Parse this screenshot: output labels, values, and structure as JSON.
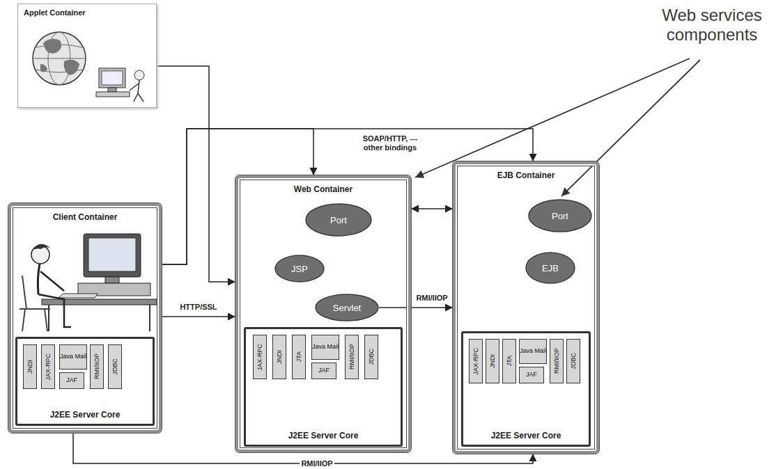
{
  "diagram": {
    "nodes": [
      {
        "text": [
          "Applet Container"
        ]
      },
      {
        "text": [
          "Client Container"
        ]
      },
      {
        "text": [
          "J2EE Server Core"
        ],
        "in": 1
      },
      {
        "text": [
          "JNDI"
        ],
        "in": 2
      },
      {
        "text": [
          "JAX-RPC"
        ],
        "in": 2
      },
      {
        "text": [
          "Java Mail"
        ],
        "in": 2
      },
      {
        "text": [
          "JAF"
        ],
        "in": 2
      },
      {
        "text": [
          "RMI/IIOP"
        ],
        "in": 2
      },
      {
        "text": [
          "JDBC"
        ],
        "in": 2
      },
      {
        "text": [
          "Web Container"
        ]
      },
      {
        "text": [
          "Port"
        ],
        "in": 9
      },
      {
        "text": [
          "JSP"
        ],
        "in": 9
      },
      {
        "text": [
          "Servlet"
        ],
        "in": 9
      },
      {
        "text": [
          "J2EE Server Core"
        ],
        "in": 9
      },
      {
        "text": [
          "JAX-RPC"
        ],
        "in": 13
      },
      {
        "text": [
          "JNDI"
        ],
        "in": 13
      },
      {
        "text": [
          "JTA"
        ],
        "in": 13
      },
      {
        "text": [
          "Java Mail"
        ],
        "in": 13
      },
      {
        "text": [
          "JAF"
        ],
        "in": 13
      },
      {
        "text": [
          "RMI/IIOP"
        ],
        "in": 13
      },
      {
        "text": [
          "JDBC"
        ],
        "in": 13
      },
      {
        "text": [
          "EJB Container"
        ]
      },
      {
        "text": [
          "Port"
        ],
        "in": 21
      },
      {
        "text": [
          "EJB"
        ],
        "in": 21
      },
      {
        "text": [
          "J2EE Server Core"
        ],
        "in": 21
      },
      {
        "text": [
          "JAX-RPC"
        ],
        "in": 24
      },
      {
        "text": [
          "JNDI"
        ],
        "in": 24
      },
      {
        "text": [
          "JTA"
        ],
        "in": 24
      },
      {
        "text": [
          "Java Mail"
        ],
        "in": 24
      },
      {
        "text": [
          "JAF"
        ],
        "in": 24
      },
      {
        "text": [
          "RMI/IIOP"
        ],
        "in": 24
      },
      {
        "text": [
          "JDBC"
        ],
        "in": 24
      }
    ],
    "edges": [
      {
        "from": 0,
        "to": 9,
        "arrow": "to"
      },
      {
        "from": 1,
        "to": 9,
        "arrow": "to"
      },
      {
        "from": 1,
        "to": 21,
        "arrow": "to",
        "label": "SOAP/HTTP, --- other bindings"
      },
      {
        "from": 9,
        "to": 21,
        "arrow": "both"
      },
      {
        "from": 12,
        "to": 21,
        "arrow": "to",
        "label": "RMI/IIOP"
      },
      {
        "from": 1,
        "to": 9,
        "arrow": "to",
        "label": "HTTP/SSL"
      },
      {
        "from": 1,
        "to": 21,
        "arrow": "to",
        "label": "RMI/IIOP"
      }
    ],
    "labels": [
      "Web services components"
    ]
  }
}
